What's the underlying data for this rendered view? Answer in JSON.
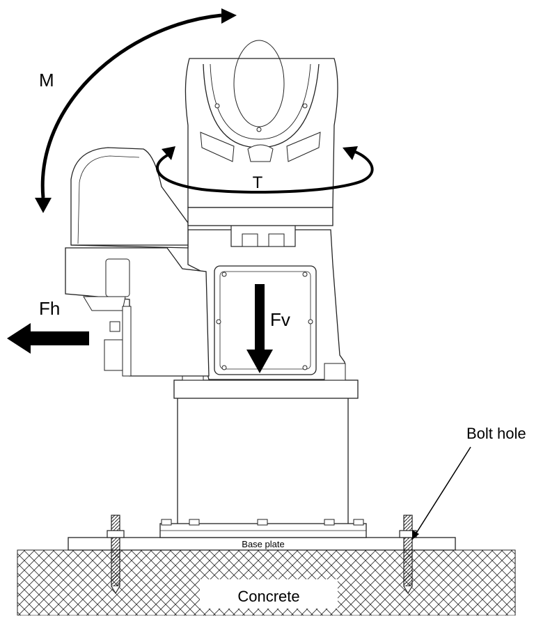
{
  "labels": {
    "moment": "M",
    "torque": "T",
    "vertical_force": "Fv",
    "horizontal_force": "Fh",
    "bolt_hole": "Bolt hole",
    "base_plate": "Base plate",
    "concrete": "Concrete"
  },
  "colors": {
    "ink": "#000000",
    "line": "#222222",
    "paper": "#ffffff"
  }
}
